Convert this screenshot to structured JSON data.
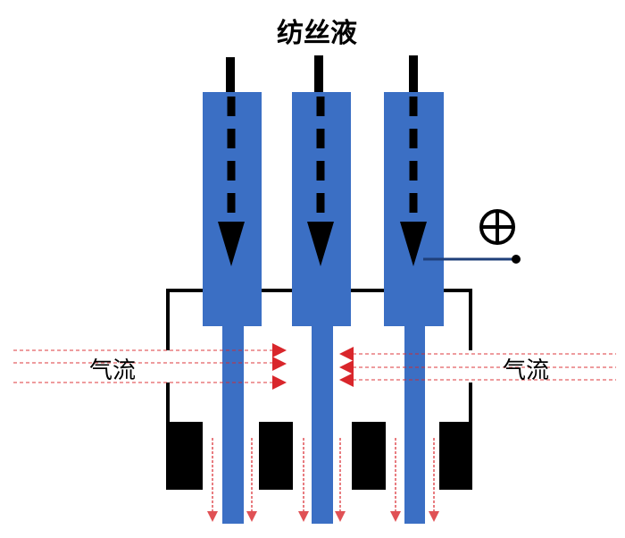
{
  "title": "纺丝液",
  "airflow_left": "气流",
  "airflow_right": "气流",
  "colors": {
    "nozzle": "#3b6fc4",
    "airflow": "#d9262b",
    "frame": "#000000"
  },
  "electrode_symbol": "positive-terminal"
}
